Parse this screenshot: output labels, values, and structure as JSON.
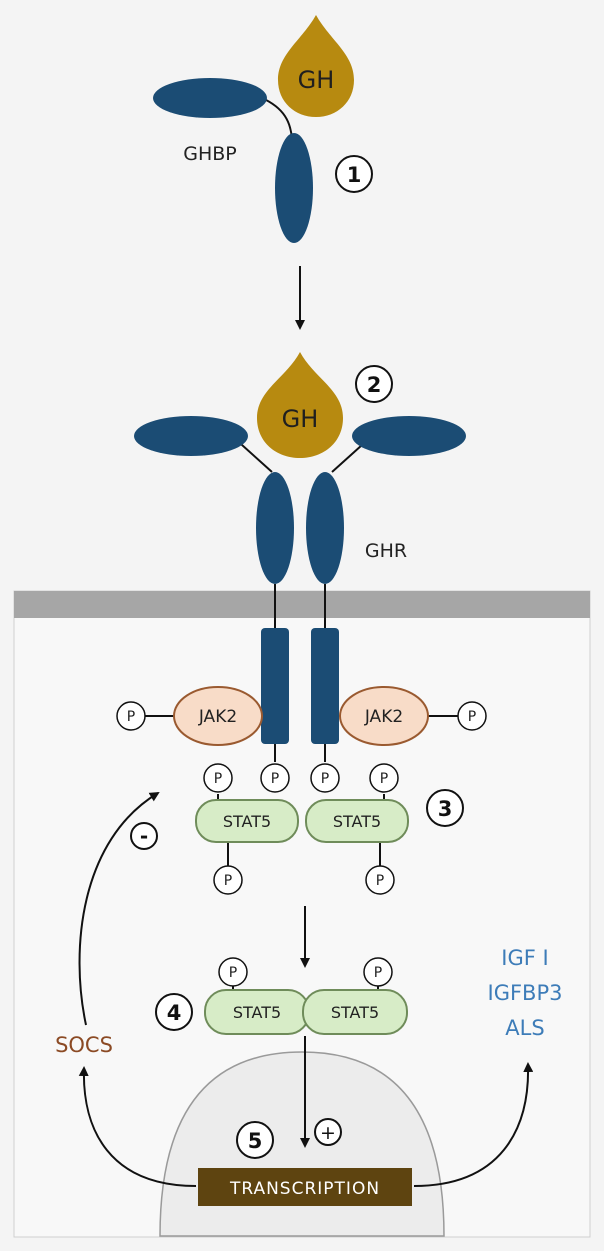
{
  "colors": {
    "receptor": "#1b4c74",
    "gh": "#b78a10",
    "jak2_fill": "#f8dcc8",
    "jak2_stroke": "#9a5a30",
    "stat5_fill": "#d7ecc7",
    "stat5_stroke": "#6f8c5a",
    "membrane": "#a6a6a6",
    "cell_bg": "#f8f8f8",
    "nucleus_bg": "#ececec",
    "transcription_box": "#5e4410",
    "socs_text": "#8b4a24",
    "targets_text": "#3d7cb8"
  },
  "labels": {
    "gh_top": "GH",
    "ghbp": "GHBP",
    "gh_mid": "GH",
    "ghr": "GHR",
    "jak2_left": "JAK2",
    "jak2_right": "JAK2",
    "stat5_left": "STAT5",
    "stat5_right": "STAT5",
    "dimer_stat5_left": "STAT5",
    "dimer_stat5_right": "STAT5",
    "phospho": "P",
    "socs": "SOCS",
    "inhibit": "-",
    "activate": "+",
    "transcription": "TRANSCRIPTION",
    "targets": [
      "IGF I",
      "IGFBP3",
      "ALS"
    ]
  },
  "steps": [
    "1",
    "2",
    "3",
    "4",
    "5"
  ]
}
